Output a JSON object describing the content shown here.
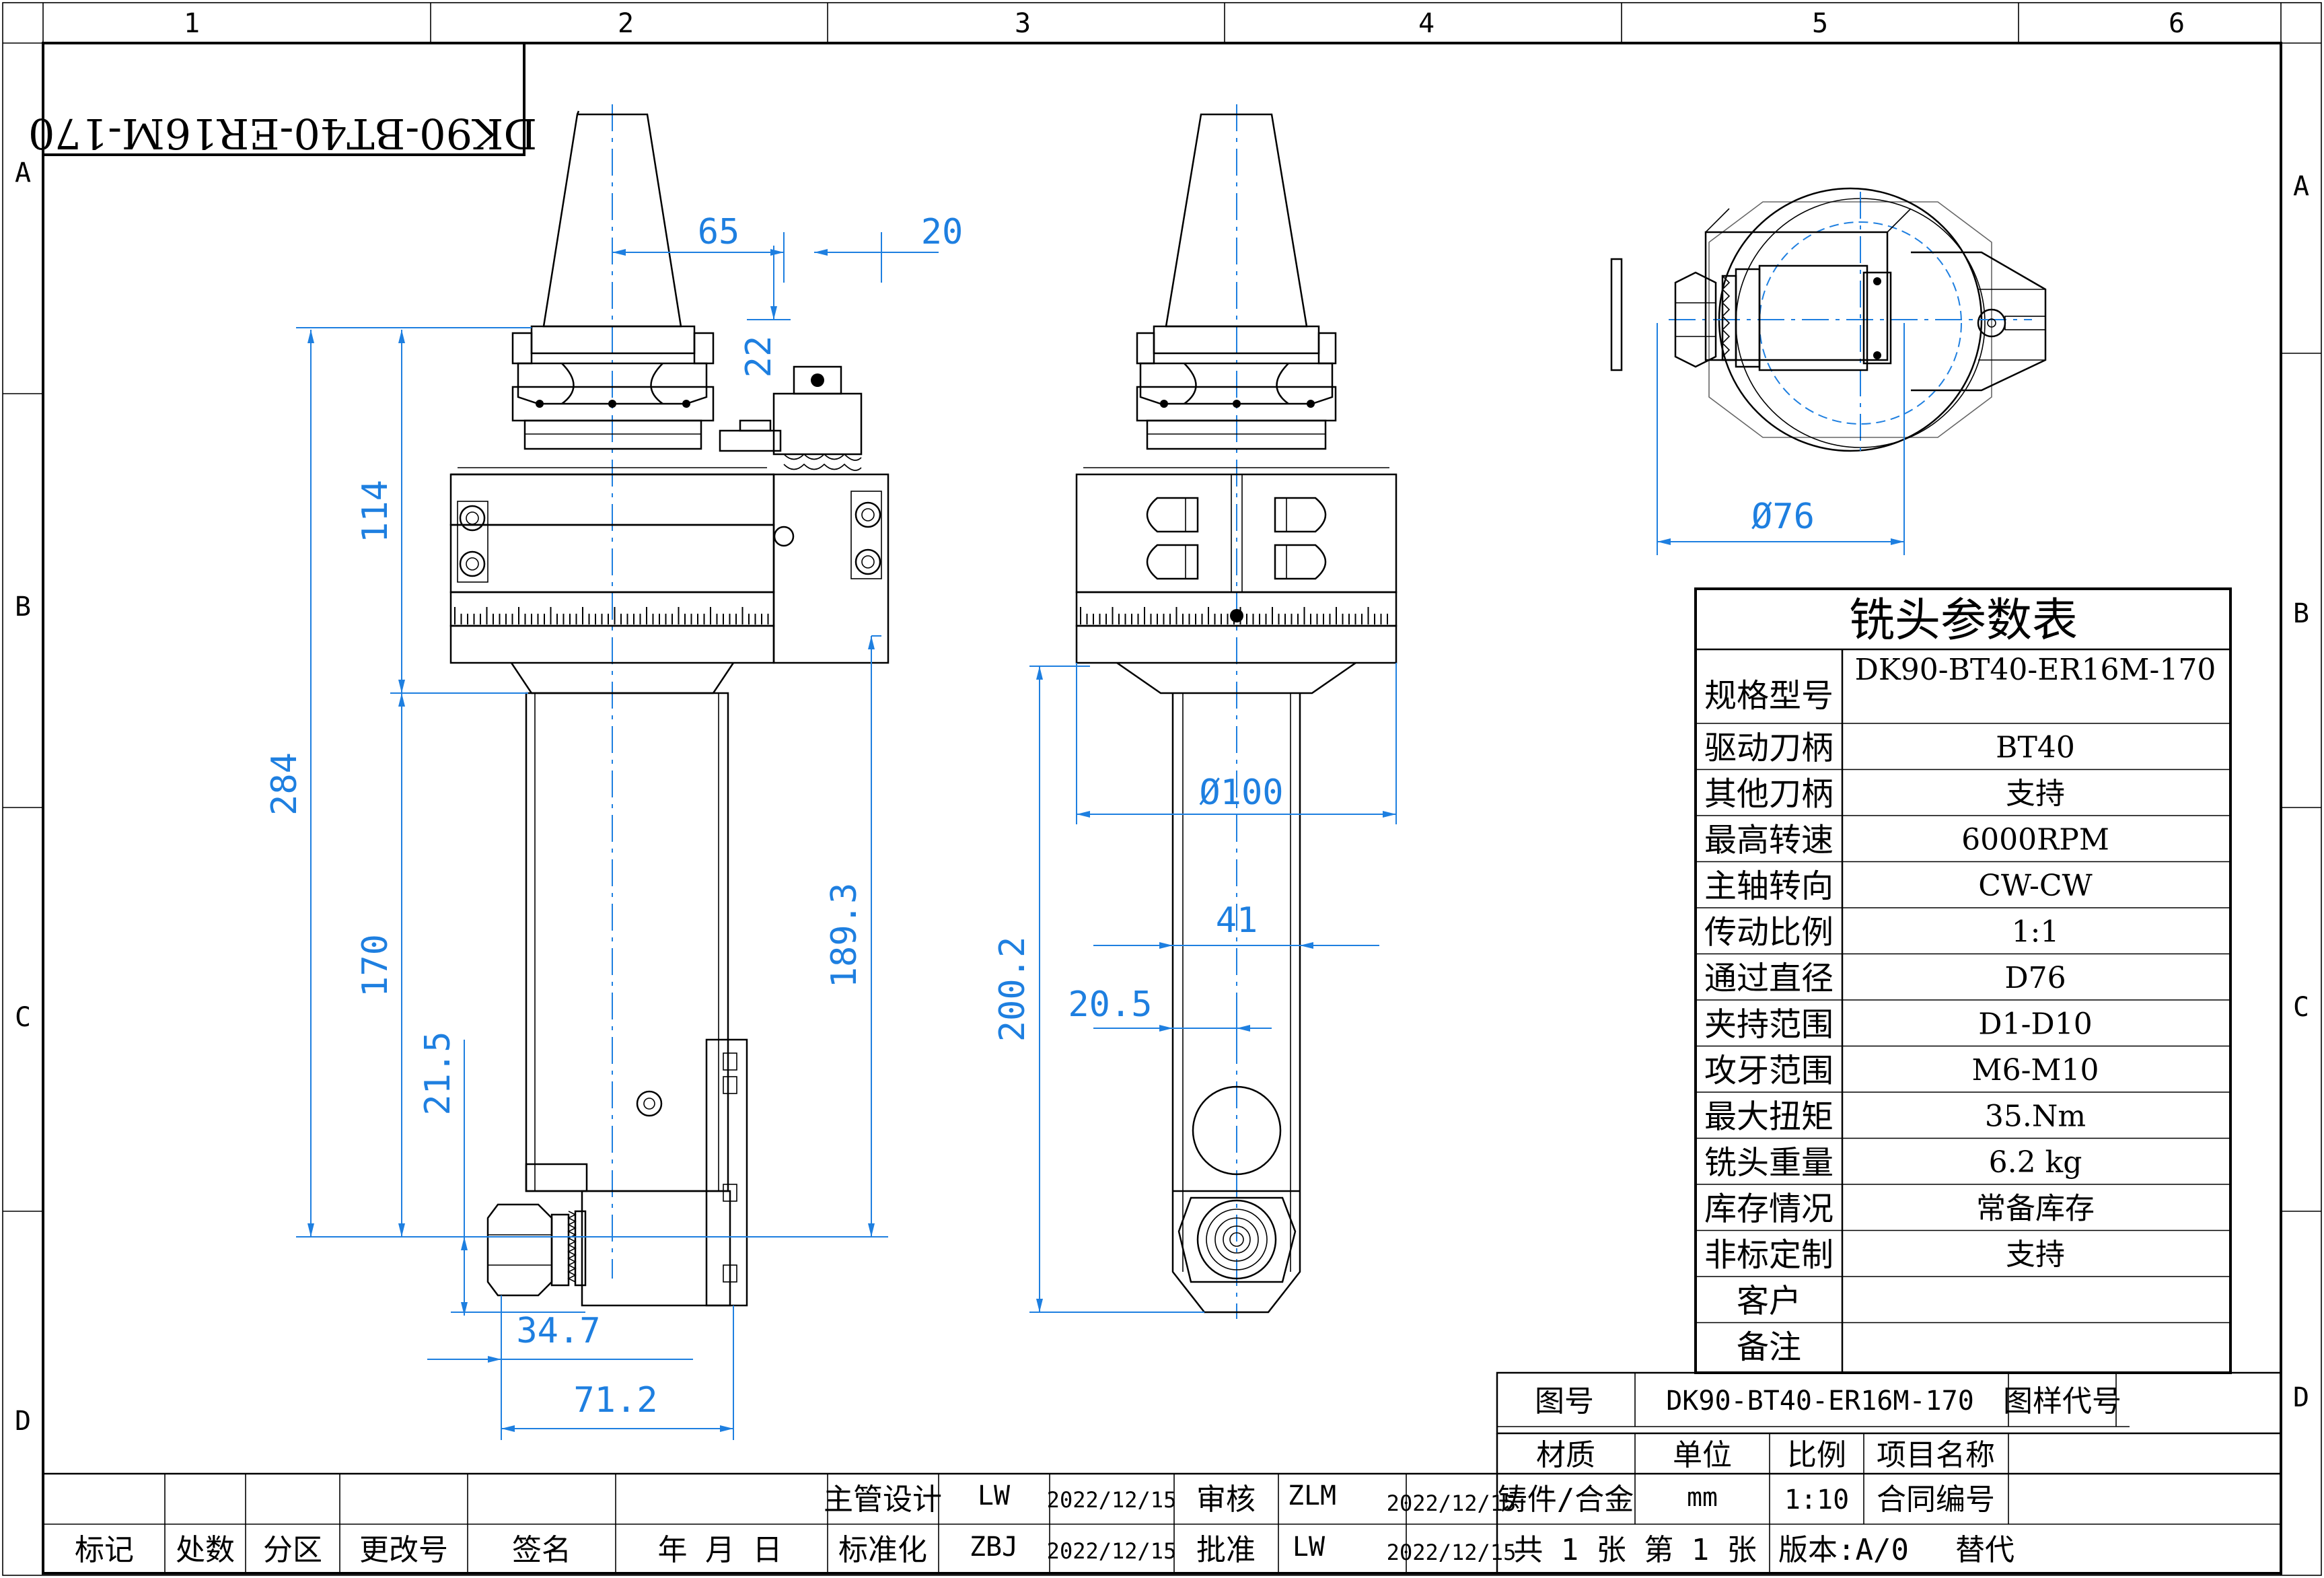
{
  "frame": {
    "col_zones": [
      "1",
      "2",
      "3",
      "4",
      "5",
      "6"
    ],
    "row_zones": [
      "A",
      "B",
      "C",
      "D"
    ]
  },
  "part_label": "DK90-BT40-ER16M-170",
  "dimensions": {
    "d65": "65",
    "d20": "20",
    "d22": "22",
    "d114": "114",
    "d284": "284",
    "d170": "170",
    "d21_5": "21.5",
    "d34_7": "34.7",
    "d71_2": "71.2",
    "d189_3": "189.3",
    "d200_2": "200.2",
    "d100": "Ø100",
    "d41": "41",
    "d20_5": "20.5",
    "d76": "Ø76"
  },
  "param_table": {
    "title": "铣头参数表",
    "rows": [
      {
        "label": "规格型号",
        "value": "DK90-BT40-ER16M-170"
      },
      {
        "label": "驱动刀柄",
        "value": "BT40"
      },
      {
        "label": "其他刀柄",
        "value": "支持"
      },
      {
        "label": "最高转速",
        "value": "6000RPM"
      },
      {
        "label": "主轴转向",
        "value": "CW-CW"
      },
      {
        "label": "传动比例",
        "value": "1:1"
      },
      {
        "label": "通过直径",
        "value": "D76"
      },
      {
        "label": "夹持范围",
        "value": "D1-D10"
      },
      {
        "label": "攻牙范围",
        "value": "M6-M10"
      },
      {
        "label": "最大扭矩",
        "value": "35.Nm"
      },
      {
        "label": "铣头重量",
        "value": "6.2        kg"
      },
      {
        "label": "库存情况",
        "value": "常备库存"
      },
      {
        "label": "非标定制",
        "value": "支持"
      },
      {
        "label": "客户",
        "value": ""
      },
      {
        "label": "备注",
        "value": ""
      }
    ]
  },
  "title_block": {
    "drawing_no_label": "图号",
    "drawing_no": "DK90-BT40-ER16M-170",
    "sample_code_label": "图样代号",
    "material_label": "材质",
    "unit_label": "单位",
    "scale_label": "比例",
    "project_label": "项目名称",
    "material": "铸件/合金",
    "unit": "mm",
    "scale": "1:10",
    "contract_label": "合同编号",
    "sheets": "共 1 张  第 1 张",
    "version": "版本:A/0",
    "replace": "替代",
    "header_cols": [
      "标记",
      "处数",
      "分区",
      "更改号",
      "签名",
      "年 月 日"
    ],
    "sign_rows": [
      {
        "role": "主管设计",
        "name": "LW",
        "date": "2022/12/15",
        "role2": "审核",
        "name2": "ZLM",
        "date2": "2022/12/15"
      },
      {
        "role": "标准化",
        "name": "ZBJ",
        "date": "2022/12/15",
        "role2": "批准",
        "name2": "LW",
        "date2": "2022/12/15"
      }
    ]
  }
}
